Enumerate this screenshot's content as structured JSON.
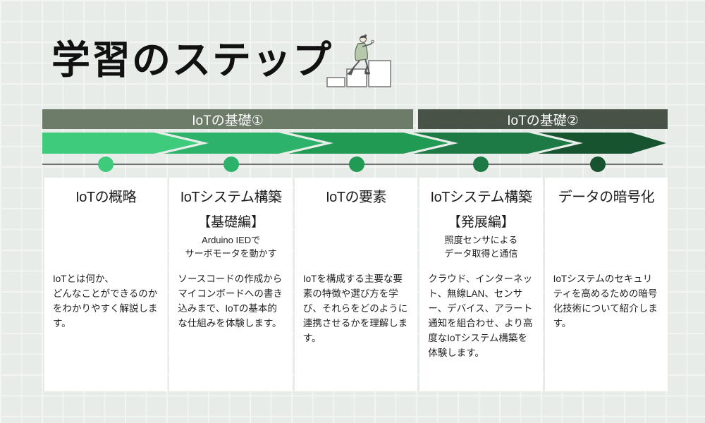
{
  "title": "学習のステップ",
  "illustration": "person-climbing-steps",
  "phases": [
    {
      "label": "IoTの基礎①",
      "color": "#6d7b69"
    },
    {
      "label": "IoTの基礎②",
      "color": "#475347"
    }
  ],
  "timeline": {
    "line_color": "#4a4a4a",
    "arrow_colors": [
      "#3ecc7c",
      "#2db269",
      "#219a54",
      "#1e7a45",
      "#17532f"
    ]
  },
  "steps": [
    {
      "title": "IoTの概略",
      "subtitle": "",
      "subnote": "",
      "body": "IoTとは何か、\nどんなことができるのかをわかりやすく解説します。",
      "color": "#3ecc7c"
    },
    {
      "title": "IoTシステム構築",
      "subtitle": "【基礎編】",
      "subnote": "Arduino IEDで\nサーボモータを動かす",
      "body": "ソースコードの作成からマイコンボードへの書き込みまで、IoTの基本的な仕組みを体験します。",
      "color": "#2db269"
    },
    {
      "title": "IoTの要素",
      "subtitle": "",
      "subnote": "",
      "body": "IoTを構成する主要な要素の特徴や選び方を学び、それらをどのように連携させるかを理解します。",
      "color": "#219a54"
    },
    {
      "title": "IoTシステム構築",
      "subtitle": "【発展編】",
      "subnote": "照度センサによる\nデータ取得と通信",
      "body": "クラウド、インターネット、無線LAN、センサー、デバイス、アラート通知を組合わせ、より高度なIoTシステム構築を体験します。",
      "color": "#1e7a45"
    },
    {
      "title": "データの暗号化",
      "subtitle": "",
      "subnote": "",
      "body": "IoTシステムのセキュリティを高めるための暗号化技術について紹介します。",
      "color": "#17532f"
    }
  ]
}
